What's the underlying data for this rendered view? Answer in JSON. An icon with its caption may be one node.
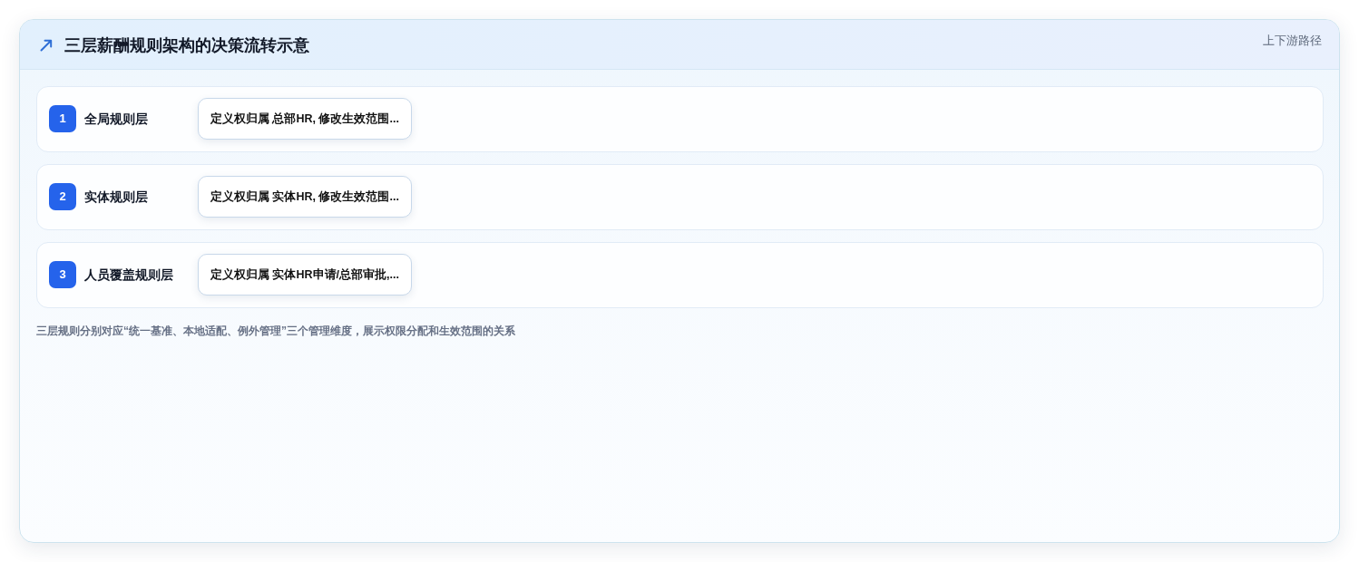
{
  "diagram": {
    "title": "三层薪酬规则架构的决策流转示意",
    "caption": "三层规则分别对应“统一基准、本地适配、例外管理”三个管理维度，展示权限分配和生效范围的关系",
    "nodes": [
      {
        "text": [
          "全局规则层"
        ]
      },
      {
        "text": [
          "1"
        ],
        "in": 0
      },
      {
        "text": [
          "定义权归属 总部HR, 修改生效范围..."
        ],
        "in": 0
      },
      {
        "text": [
          "实体规则层"
        ]
      },
      {
        "text": [
          "2"
        ],
        "in": 3
      },
      {
        "text": [
          "定义权归属 实体HR, 修改生效范围..."
        ],
        "in": 3
      },
      {
        "text": [
          "人员覆盖规则层"
        ]
      },
      {
        "text": [
          "3"
        ],
        "in": 6
      },
      {
        "text": [
          "定义权归属 实体HR申请/总部审批,..."
        ],
        "in": 6
      }
    ],
    "labels": [
      "上下游路径"
    ]
  }
}
